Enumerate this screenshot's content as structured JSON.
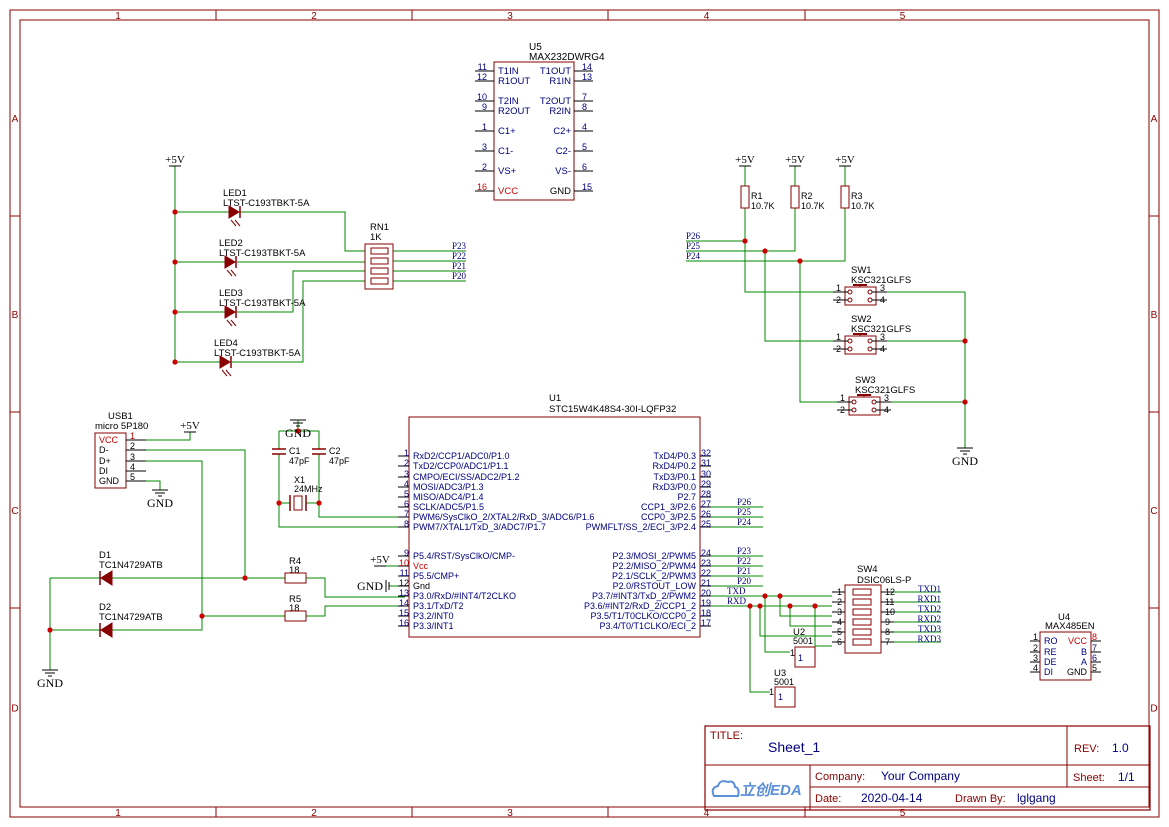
{
  "frame": {
    "columns": [
      "1",
      "2",
      "3",
      "4",
      "5"
    ],
    "rows": [
      "A",
      "B",
      "C",
      "D"
    ]
  },
  "title_block": {
    "title_label": "TITLE:",
    "title": "Sheet_1",
    "rev_label": "REV:",
    "rev": "1.0",
    "company_label": "Company:",
    "company": "Your Company",
    "sheet_label": "Sheet:",
    "sheet": "1/1",
    "date_label": "Date:",
    "date": "2020-04-14",
    "drawn_label": "Drawn By:",
    "drawn_by": "lglgang",
    "logo_text": "立创EDA"
  },
  "power": {
    "vcc": "+5V",
    "gnd": "GND"
  },
  "u5": {
    "ref": "U5",
    "part": "MAX232DWRG4",
    "left_pins": [
      {
        "num": "11",
        "name": "T1IN"
      },
      {
        "num": "12",
        "name": "R1OUT"
      },
      {
        "num": "10",
        "name": "T2IN"
      },
      {
        "num": "9",
        "name": "R2OUT"
      },
      {
        "num": "1",
        "name": "C1+"
      },
      {
        "num": "3",
        "name": "C1-"
      },
      {
        "num": "2",
        "name": "VS+"
      },
      {
        "num": "16",
        "name": "VCC"
      }
    ],
    "right_pins": [
      {
        "num": "14",
        "name": "T1OUT"
      },
      {
        "num": "13",
        "name": "R1IN"
      },
      {
        "num": "7",
        "name": "T2OUT"
      },
      {
        "num": "8",
        "name": "R2IN"
      },
      {
        "num": "4",
        "name": "C2+"
      },
      {
        "num": "5",
        "name": "C2-"
      },
      {
        "num": "6",
        "name": "VS-"
      },
      {
        "num": "15",
        "name": "GND"
      }
    ]
  },
  "leds": [
    {
      "ref": "LED1",
      "part": "LTST-C193TBKT-5A"
    },
    {
      "ref": "LED2",
      "part": "LTST-C193TBKT-5A"
    },
    {
      "ref": "LED3",
      "part": "LTST-C193TBKT-5A"
    },
    {
      "ref": "LED4",
      "part": "LTST-C193TBKT-5A"
    }
  ],
  "rn1": {
    "ref": "RN1",
    "value": "1K"
  },
  "led_nets": [
    "P23",
    "P22",
    "P21",
    "P20"
  ],
  "pullups": [
    {
      "ref": "R1",
      "value": "10.7K"
    },
    {
      "ref": "R2",
      "value": "10.7K"
    },
    {
      "ref": "R3",
      "value": "10.7K"
    }
  ],
  "sw_nets": [
    "P26",
    "P25",
    "P24"
  ],
  "switches": [
    {
      "ref": "SW1",
      "part": "KSC321GLFS"
    },
    {
      "ref": "SW2",
      "part": "KSC321GLFS"
    },
    {
      "ref": "SW3",
      "part": "KSC321GLFS"
    }
  ],
  "sw_pins": [
    "1",
    "2",
    "3",
    "4"
  ],
  "usb": {
    "ref": "USB1",
    "part": "micro 5P180",
    "pins": [
      {
        "num": "1",
        "name": "VCC"
      },
      {
        "num": "2",
        "name": "D-"
      },
      {
        "num": "3",
        "name": "D+"
      },
      {
        "num": "4",
        "name": "DI"
      },
      {
        "num": "5",
        "name": "GND"
      }
    ]
  },
  "caps": [
    {
      "ref": "C1",
      "value": "47pF"
    },
    {
      "ref": "C2",
      "value": "47pF"
    }
  ],
  "crystal": {
    "ref": "X1",
    "value": "24MHz"
  },
  "diodes": [
    {
      "ref": "D1",
      "part": "TC1N4729ATB"
    },
    {
      "ref": "D2",
      "part": "TC1N4729ATB"
    }
  ],
  "resistors": [
    {
      "ref": "R4",
      "value": "18"
    },
    {
      "ref": "R5",
      "value": "18"
    }
  ],
  "u1": {
    "ref": "U1",
    "part": "STC15W4K48S4-30I-LQFP32",
    "left_pins": [
      {
        "num": "1",
        "name": "RxD2/CCP1/ADC0/P1.0"
      },
      {
        "num": "2",
        "name": "TxD2/CCP0/ADC1/P1.1"
      },
      {
        "num": "3",
        "name": "CMPO/ECI/SS/ADC2/P1.2"
      },
      {
        "num": "4",
        "name": "MOSI/ADC3/P1.3"
      },
      {
        "num": "5",
        "name": "MISO/ADC4/P1.4"
      },
      {
        "num": "6",
        "name": "SCLK/ADC5/P1.5"
      },
      {
        "num": "7",
        "name": "PWM6/SysClkO_2/XTAL2/RxD_3/ADC6/P1.6"
      },
      {
        "num": "8",
        "name": "PWM7/XTAL1/TxD_3/ADC7/P1.7"
      },
      {
        "num": "9",
        "name": "P5.4/RST/SysClkO/CMP-"
      },
      {
        "num": "10",
        "name": "Vcc"
      },
      {
        "num": "11",
        "name": "P5.5/CMP+"
      },
      {
        "num": "12",
        "name": "Gnd"
      },
      {
        "num": "13",
        "name": "P3.0/RxD/#INT4/T2CLKO"
      },
      {
        "num": "14",
        "name": "P3.1/TxD/T2"
      },
      {
        "num": "15",
        "name": "P3.2/INT0"
      },
      {
        "num": "16",
        "name": "P3.3/INT1"
      }
    ],
    "right_pins": [
      {
        "num": "32",
        "name": "TxD4/P0.3"
      },
      {
        "num": "31",
        "name": "RxD4/P0.2"
      },
      {
        "num": "30",
        "name": "TxD3/P0.1"
      },
      {
        "num": "29",
        "name": "RxD3/P0.0"
      },
      {
        "num": "28",
        "name": "P2.7"
      },
      {
        "num": "27",
        "name": "CCP1_3/P2.6"
      },
      {
        "num": "26",
        "name": "CCP0_3/P2.5"
      },
      {
        "num": "25",
        "name": "PWMFLT/SS_2/ECI_3/P2.4"
      },
      {
        "num": "24",
        "name": "P2.3/MOSI_2/PWM5"
      },
      {
        "num": "23",
        "name": "P2.2/MISO_2/PWM4"
      },
      {
        "num": "22",
        "name": "P2.1/SCLK_2/PWM3"
      },
      {
        "num": "21",
        "name": "P2.0/RSTOUT_LOW"
      },
      {
        "num": "20",
        "name": "P3.7/#INT3/TxD_2/PWM2"
      },
      {
        "num": "19",
        "name": "P3.6/#INT2/RxD_2/CCP1_2"
      },
      {
        "num": "18",
        "name": "P3.5/T1/T0CLKO/CCP0_2"
      },
      {
        "num": "17",
        "name": "P3.4/T0/T1CLKO/ECI_2"
      }
    ],
    "right_nets": [
      "P26",
      "P25",
      "P24",
      "P23",
      "P22",
      "P21",
      "P20",
      "TXD",
      "RXD"
    ]
  },
  "sw4": {
    "ref": "SW4",
    "part": "DSIC06LS-P",
    "left_nums": [
      "1",
      "2",
      "3",
      "4",
      "5",
      "6"
    ],
    "right_nums": [
      "12",
      "11",
      "10",
      "9",
      "8",
      "7"
    ],
    "right_nets": [
      "TXD1",
      "RXD1",
      "TXD2",
      "RXD2",
      "TXD3",
      "RXD3"
    ]
  },
  "u2": {
    "ref": "U2",
    "part": "5001",
    "pin": "1"
  },
  "u3": {
    "ref": "U3",
    "part": "5001",
    "pin": "1"
  },
  "u4": {
    "ref": "U4",
    "part": "MAX485EN",
    "left_pins": [
      {
        "num": "1",
        "name": "RO"
      },
      {
        "num": "2",
        "name": "RE"
      },
      {
        "num": "3",
        "name": "DE"
      },
      {
        "num": "4",
        "name": "DI"
      }
    ],
    "right_pins": [
      {
        "num": "8",
        "name": "VCC"
      },
      {
        "num": "7",
        "name": "B"
      },
      {
        "num": "6",
        "name": "A"
      },
      {
        "num": "5",
        "name": "GND"
      }
    ]
  },
  "colors": {
    "frame": "#8b0000",
    "body": "#880000",
    "pin_name": "#000080",
    "wire": "#008800",
    "net": "#000080",
    "junction": "#cc0000",
    "pwr_pin": "#cc0000",
    "logo": "#5b8fd8"
  }
}
